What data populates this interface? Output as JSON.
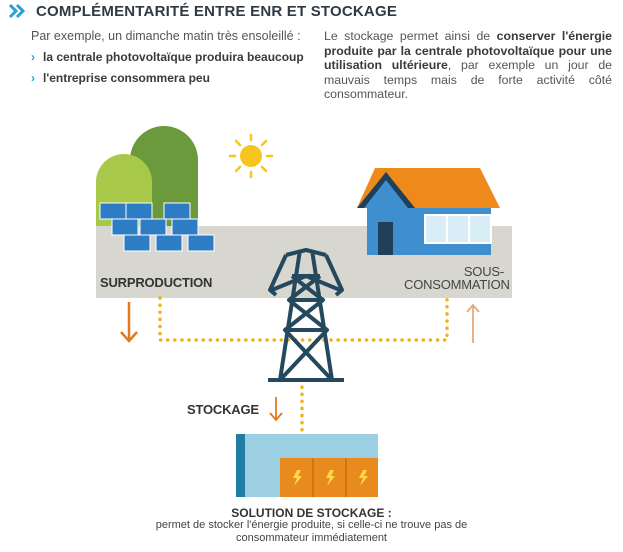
{
  "title": "COMPLÉMENTARITÉ ENTRE ENR ET STOCKAGE",
  "intro": {
    "text": "Par exemple, un dimanche matin très ensoleillé :",
    "bullets": [
      "la centrale photovoltaïque produira beaucoup",
      "l'entreprise consommera peu"
    ]
  },
  "right_paragraph": {
    "part1": "Le stockage permet ainsi de ",
    "bold": "conserver l'énergie produite par la centrale photovoltaïque pour une utilisation ultérieure",
    "part2": ", par exemple un jour de mauvais temps mais de forte activité côté consommateur."
  },
  "diagram": {
    "surproduction_label": "SURPRODUCTION",
    "sous_consommation_line1": "SOUS-",
    "sous_consommation_line2": "CONSOMMATION",
    "stockage_label": "STOCKAGE"
  },
  "solution": {
    "title": "SOLUTION DE STOCKAGE :",
    "desc_line1": "permet de stocker l'énergie produite, si celle-ci ne trouve pas de",
    "desc_line2": "consommateur immédiatement"
  },
  "colors": {
    "accent_blue": "#2aa0d6",
    "orange": "#e88a1e",
    "dotted_yellow": "#f2b01c",
    "ground": "#d8d7cf",
    "pylon": "#24495e",
    "house_blue": "#3f8fcf",
    "roof": "#ee8a1c"
  }
}
